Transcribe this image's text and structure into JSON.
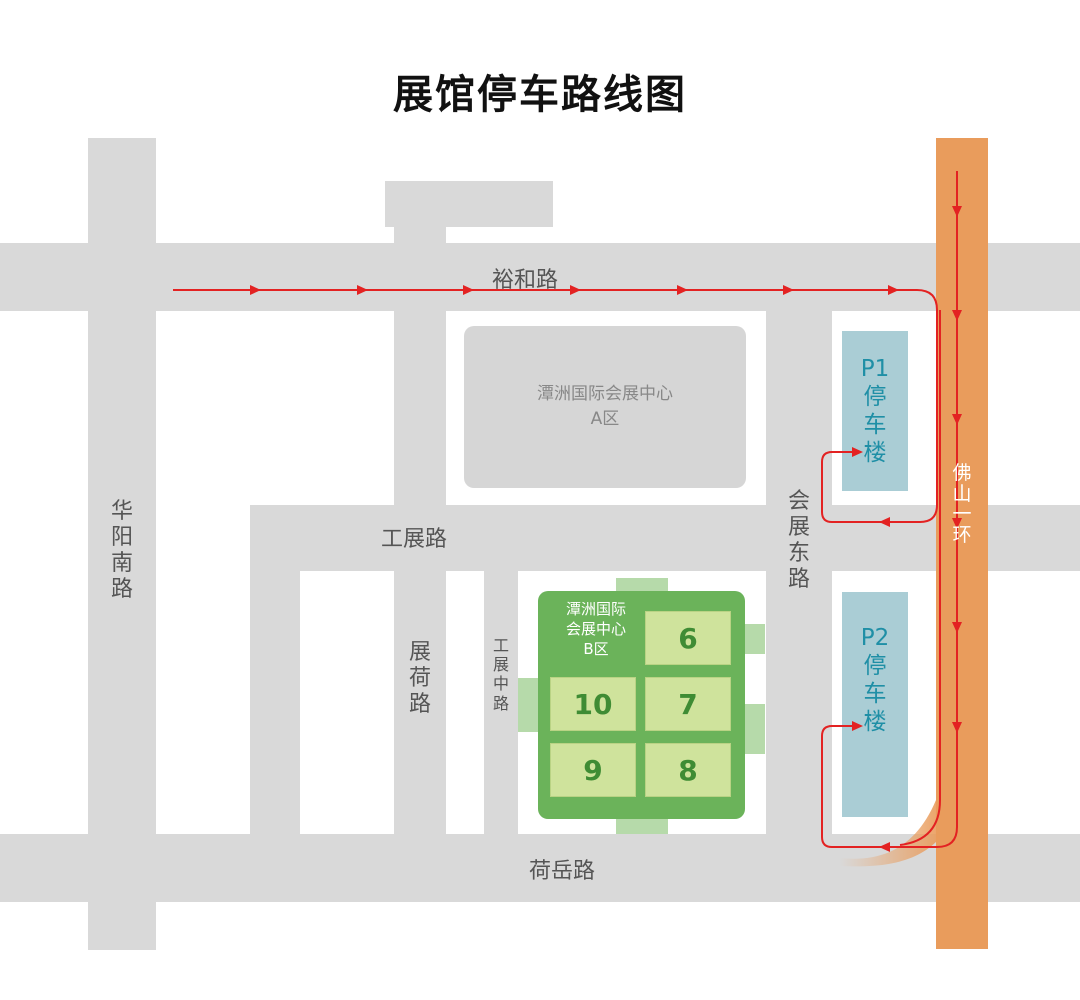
{
  "title": "展馆停车路线图",
  "roads": {
    "yuhe": "裕和路",
    "gongzhan": "工展路",
    "heyue": "荷岳路",
    "huayang_nan": [
      "华",
      "阳",
      "南",
      "路"
    ],
    "zhanhe": [
      "展",
      "荷",
      "路"
    ],
    "gongzhanzhong": [
      "工",
      "展",
      "中",
      "路"
    ],
    "huizhandong": [
      "会",
      "展",
      "东",
      "路"
    ],
    "foshan_yihuan": [
      "佛",
      "山",
      "一",
      "环"
    ]
  },
  "hall_a": {
    "line1": "潭洲国际会展中心",
    "line2": "A区"
  },
  "hall_b": {
    "lines": [
      "潭洲国际",
      "会展中心",
      "B区"
    ],
    "halls": [
      "6",
      "10",
      "7",
      "9",
      "8"
    ]
  },
  "parking": {
    "p1": [
      "P1",
      "停",
      "车",
      "楼"
    ],
    "p2": [
      "P2",
      "停",
      "车",
      "楼"
    ]
  },
  "colors": {
    "road": "#d9d9d9",
    "ring_road": "#e99c5c",
    "route": "#e32222",
    "hall_a": "#d6d6d6",
    "hall_b": "#6bb35a",
    "hall_tile": "#cfe39c",
    "parking": "#aacdd5",
    "parking_text": "#1f8fa6"
  }
}
